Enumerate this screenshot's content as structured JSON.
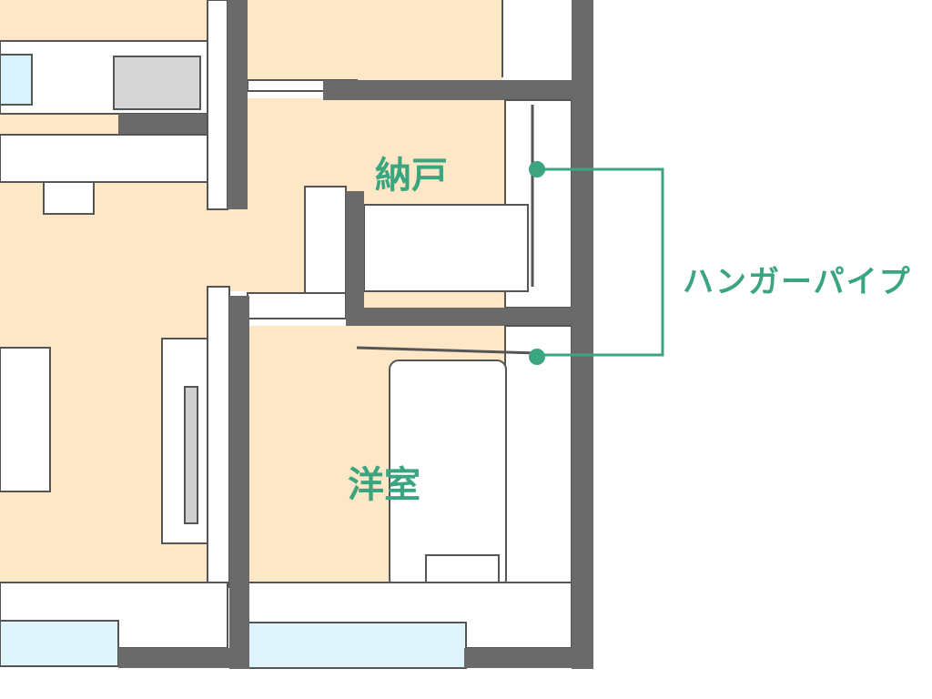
{
  "rooms": {
    "storage": "納戸",
    "western_room": "洋室"
  },
  "callout": {
    "label": "ハンガーパイプ"
  },
  "colors": {
    "wall": "#6a6a6a",
    "floor": "#fde7c6",
    "window": "#dff5fb",
    "accent": "#3aa57e"
  }
}
